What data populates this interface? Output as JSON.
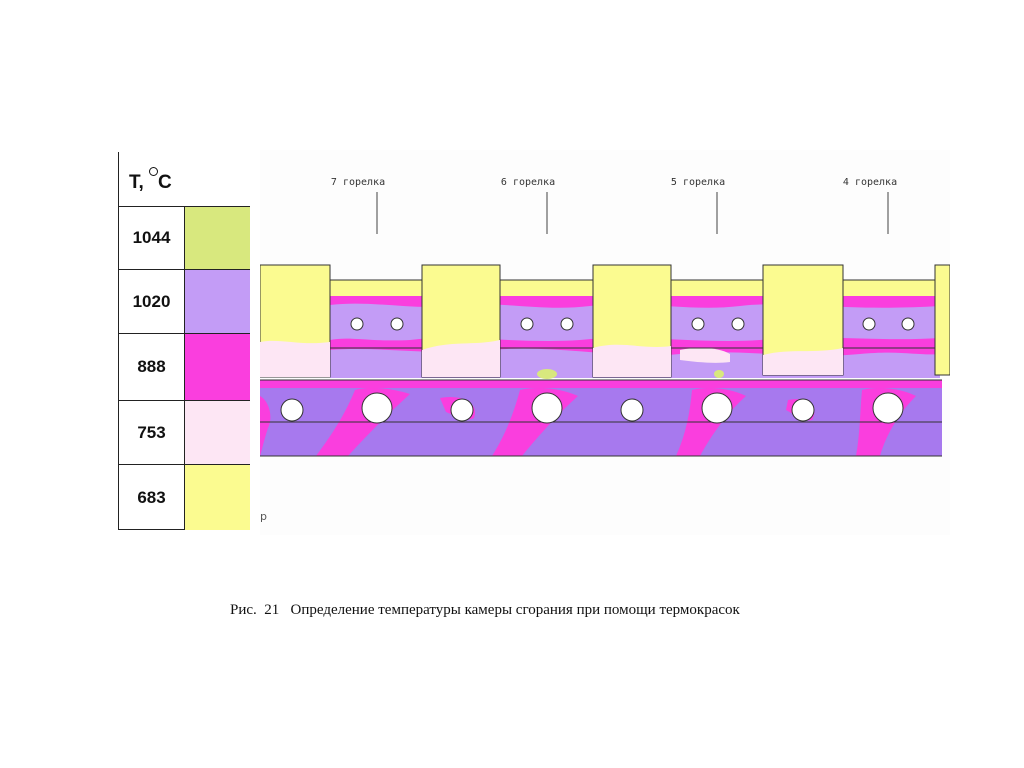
{
  "legend": {
    "header_t": "T,",
    "header_c": "C",
    "rows": [
      {
        "value": "1044",
        "color": "#d8e87e"
      },
      {
        "value": "1020",
        "color": "#c39cf6"
      },
      {
        "value": "888",
        "color": "#fa3ede"
      },
      {
        "value": "753",
        "color": "#fde6f4"
      },
      {
        "value": "683",
        "color": "#fbfb90"
      }
    ]
  },
  "burners": [
    "7 горелка",
    "6 горелка",
    "5 горелка",
    "4 горелка"
  ],
  "stray_mark": "p",
  "caption": "Рис.  21   Определение температуры камеры сгорания при помощи термокрасок"
}
